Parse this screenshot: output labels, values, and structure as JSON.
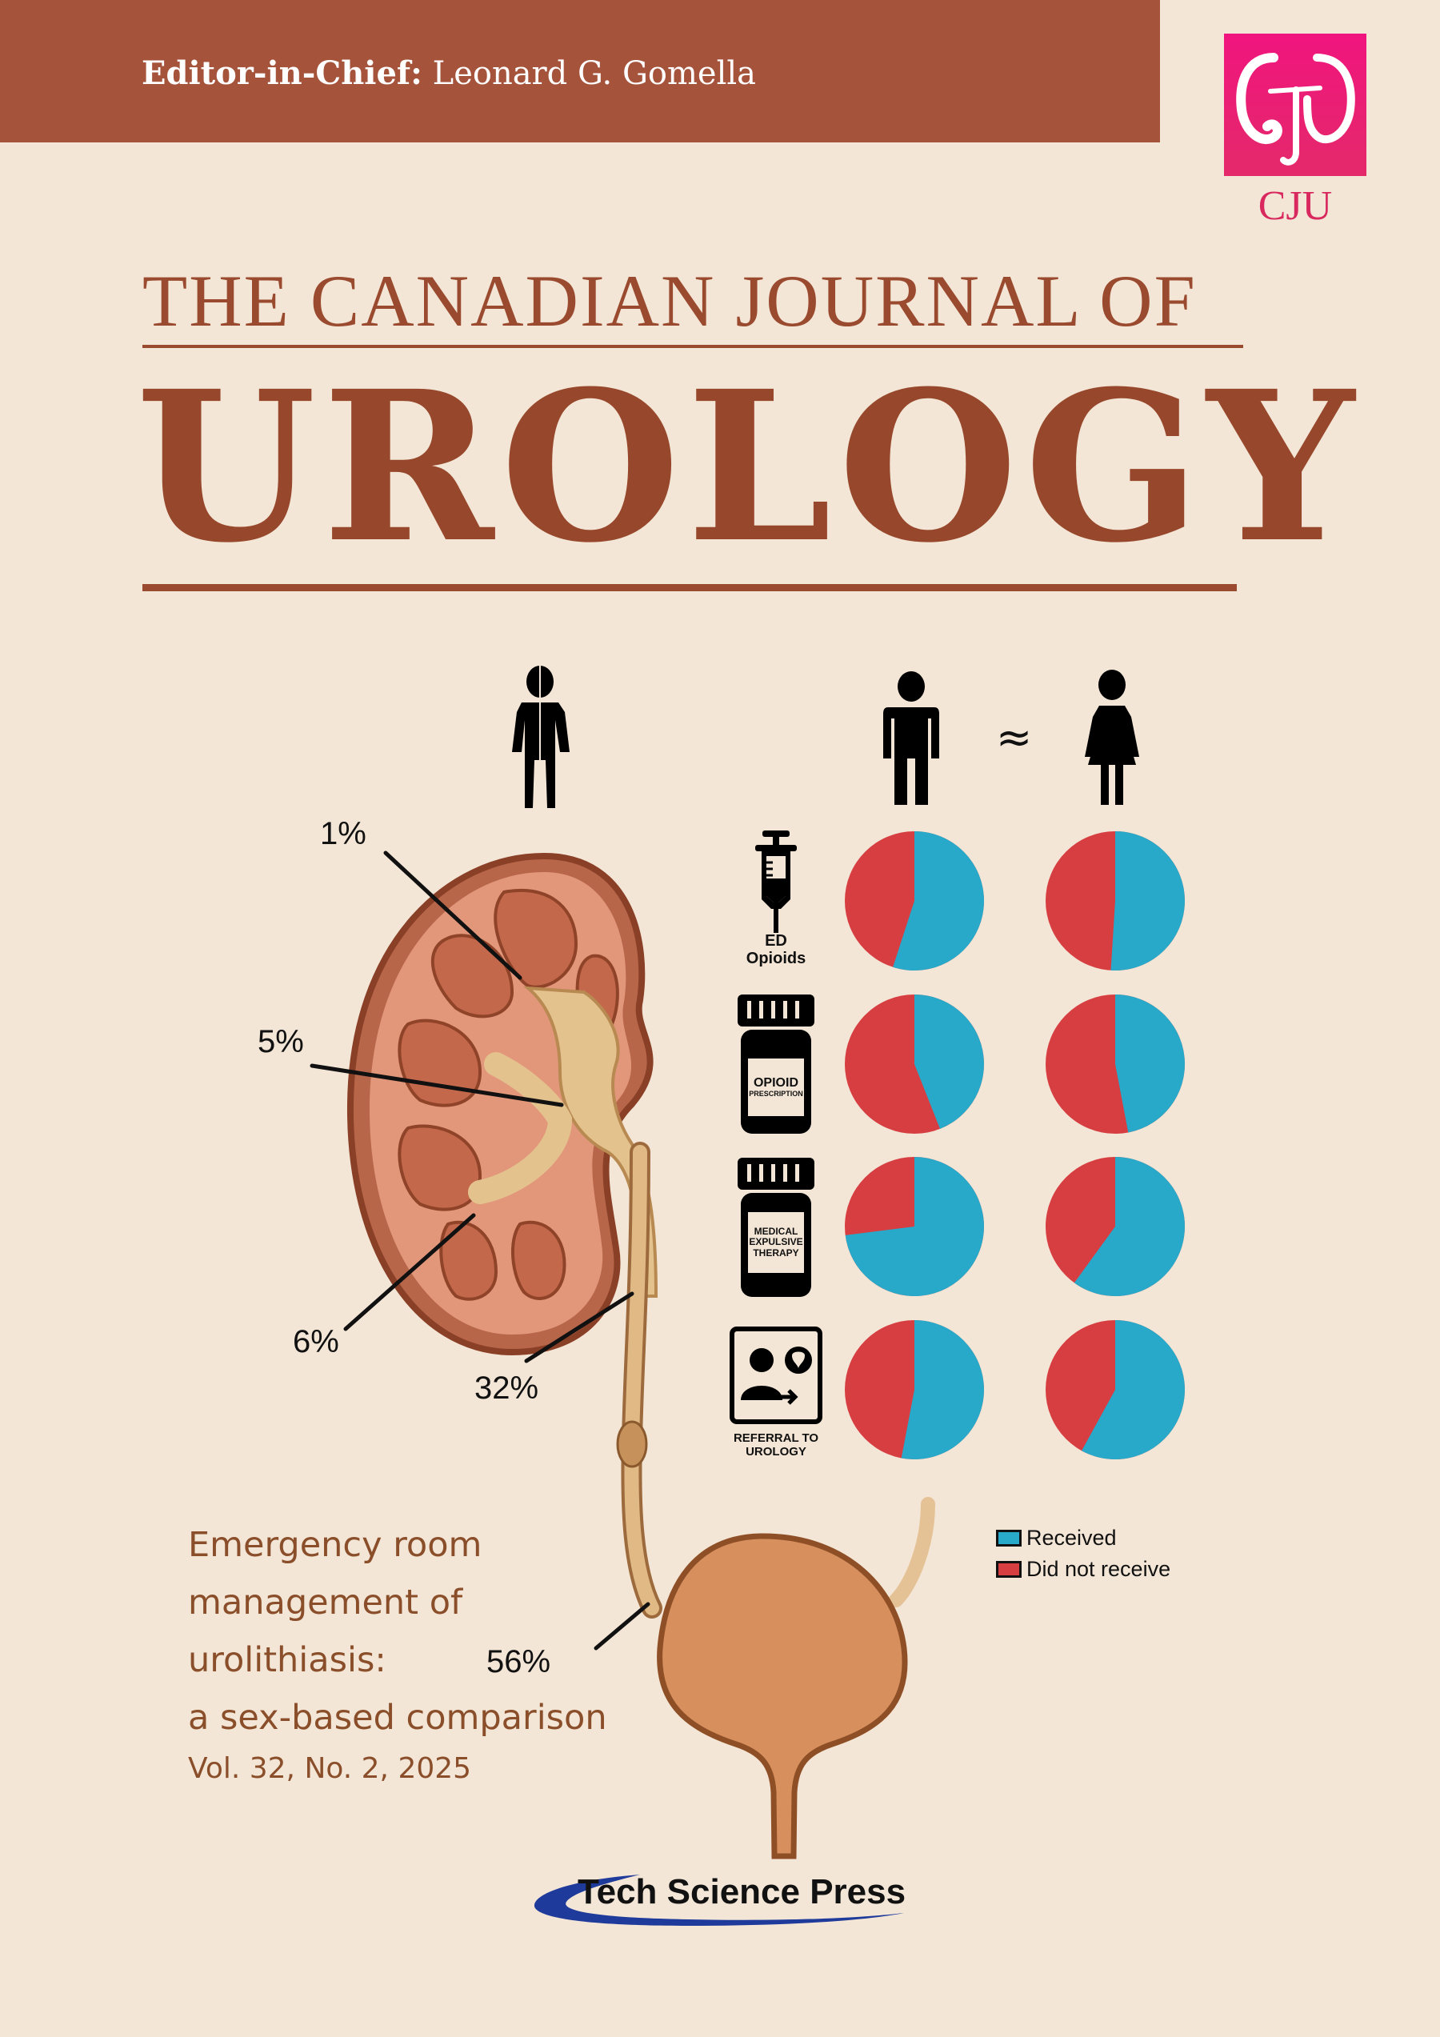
{
  "header": {
    "editor_label": "Editor-in-Chief:",
    "editor_name": "Leonard G. Gomella",
    "band_color": "#A5533A"
  },
  "logo": {
    "abbrev": "CJU",
    "box_color": "#EC1C7A",
    "icon": "kidney-monogram-icon"
  },
  "masthead": {
    "line1": "THE CANADIAN JOURNAL OF",
    "line2": "UROLOGY",
    "color": "#9A4A2E"
  },
  "illustration": {
    "labels": [
      {
        "text": "1%",
        "location": "renal calyx (upper)"
      },
      {
        "text": "5%",
        "location": "renal pelvis"
      },
      {
        "text": "6%",
        "location": "renal calyx (lower)"
      },
      {
        "text": "32%",
        "location": "ureter"
      },
      {
        "text": "56%",
        "location": "ureterovesical junction / bladder"
      }
    ]
  },
  "infographic": {
    "column_icons": [
      "all-sexes-icon",
      "male-icon",
      "approx-equal-icon",
      "female-icon"
    ],
    "approx_symbol": "≈",
    "rows": [
      {
        "icon": "syringe-icon",
        "label_line1": "ED",
        "label_line2": "Opioids"
      },
      {
        "icon": "pill-bottle-icon",
        "bottle_line1": "OPIOID",
        "bottle_line2": "PRESCRIPTION"
      },
      {
        "icon": "pill-bottle-icon",
        "bottle_line1": "MEDICAL",
        "bottle_line2": "EXPULSIVE",
        "bottle_line3": "THERAPY"
      },
      {
        "icon": "referral-icon",
        "label_line1": "REFERRAL TO",
        "label_line2": "UROLOGY"
      }
    ],
    "legend": [
      {
        "label": "Received",
        "color": "#29A9C9"
      },
      {
        "label": "Did not receive",
        "color": "#D63E42"
      }
    ]
  },
  "chart_data": {
    "type": "pie",
    "title": "Received vs did not receive, by sex",
    "categories": [
      "ED Opioids",
      "Opioid Prescription",
      "Medical Expulsive Therapy",
      "Referral to Urology"
    ],
    "series": [
      {
        "name": "Male - Received (%)",
        "values": [
          55,
          44,
          73,
          53
        ]
      },
      {
        "name": "Female - Received (%)",
        "values": [
          51,
          47,
          60,
          58
        ]
      }
    ],
    "legend": [
      "Received",
      "Did not receive"
    ],
    "colors": {
      "received": "#29A9C9",
      "not_received": "#D63E42"
    },
    "note": "Male ≈ Female"
  },
  "article": {
    "title_lines": [
      "Emergency room",
      "management of",
      "urolithiasis:",
      "a sex-based comparison"
    ],
    "issue": "Vol. 32, No. 2, 2025"
  },
  "publisher": {
    "name": "Tech Science Press",
    "swoosh_color": "#1E3A9A"
  }
}
